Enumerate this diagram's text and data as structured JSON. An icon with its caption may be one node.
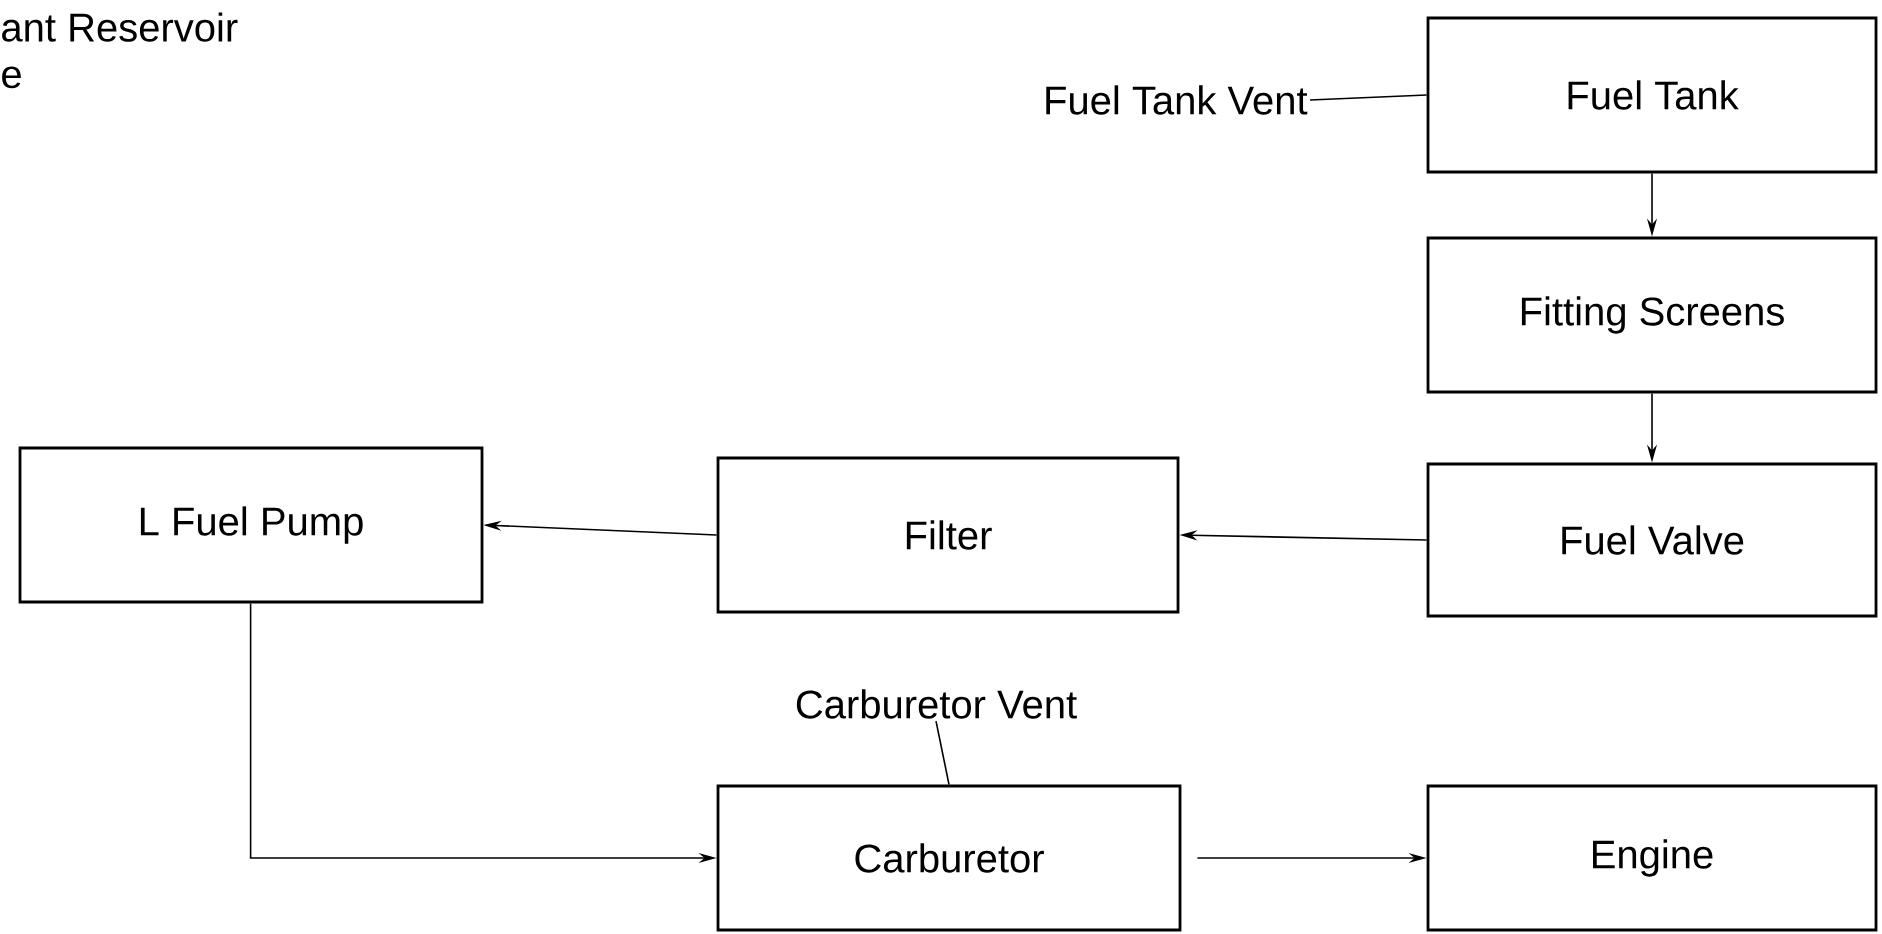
{
  "diagram": {
    "nodes": [
      {
        "text": [
          "Fuel Tank Vent"
        ]
      },
      {
        "text": [
          "Fuel Tank"
        ]
      },
      {
        "text": [
          "Fitting Screens"
        ]
      },
      {
        "text": [
          "Fuel Valve"
        ]
      },
      {
        "text": [
          "Filter"
        ]
      },
      {
        "text": [
          "L Fuel Pump"
        ]
      },
      {
        "text": [
          "Carburetor Vent"
        ]
      },
      {
        "text": [
          "Carburetor"
        ]
      },
      {
        "text": [
          "Engine"
        ]
      }
    ],
    "edges": [
      {
        "from": 0,
        "to": 1,
        "arrow": "none"
      },
      {
        "from": 1,
        "to": 2,
        "arrow": "to"
      },
      {
        "from": 2,
        "to": 3,
        "arrow": "to"
      },
      {
        "from": 3,
        "to": 4,
        "arrow": "to"
      },
      {
        "from": 4,
        "to": 5,
        "arrow": "to"
      },
      {
        "from": 5,
        "to": 7,
        "arrow": "to"
      },
      {
        "from": 6,
        "to": 7,
        "arrow": "none"
      },
      {
        "from": 7,
        "to": 8,
        "arrow": "to"
      }
    ],
    "labels": [
      "ant Reservoir",
      "e"
    ]
  }
}
